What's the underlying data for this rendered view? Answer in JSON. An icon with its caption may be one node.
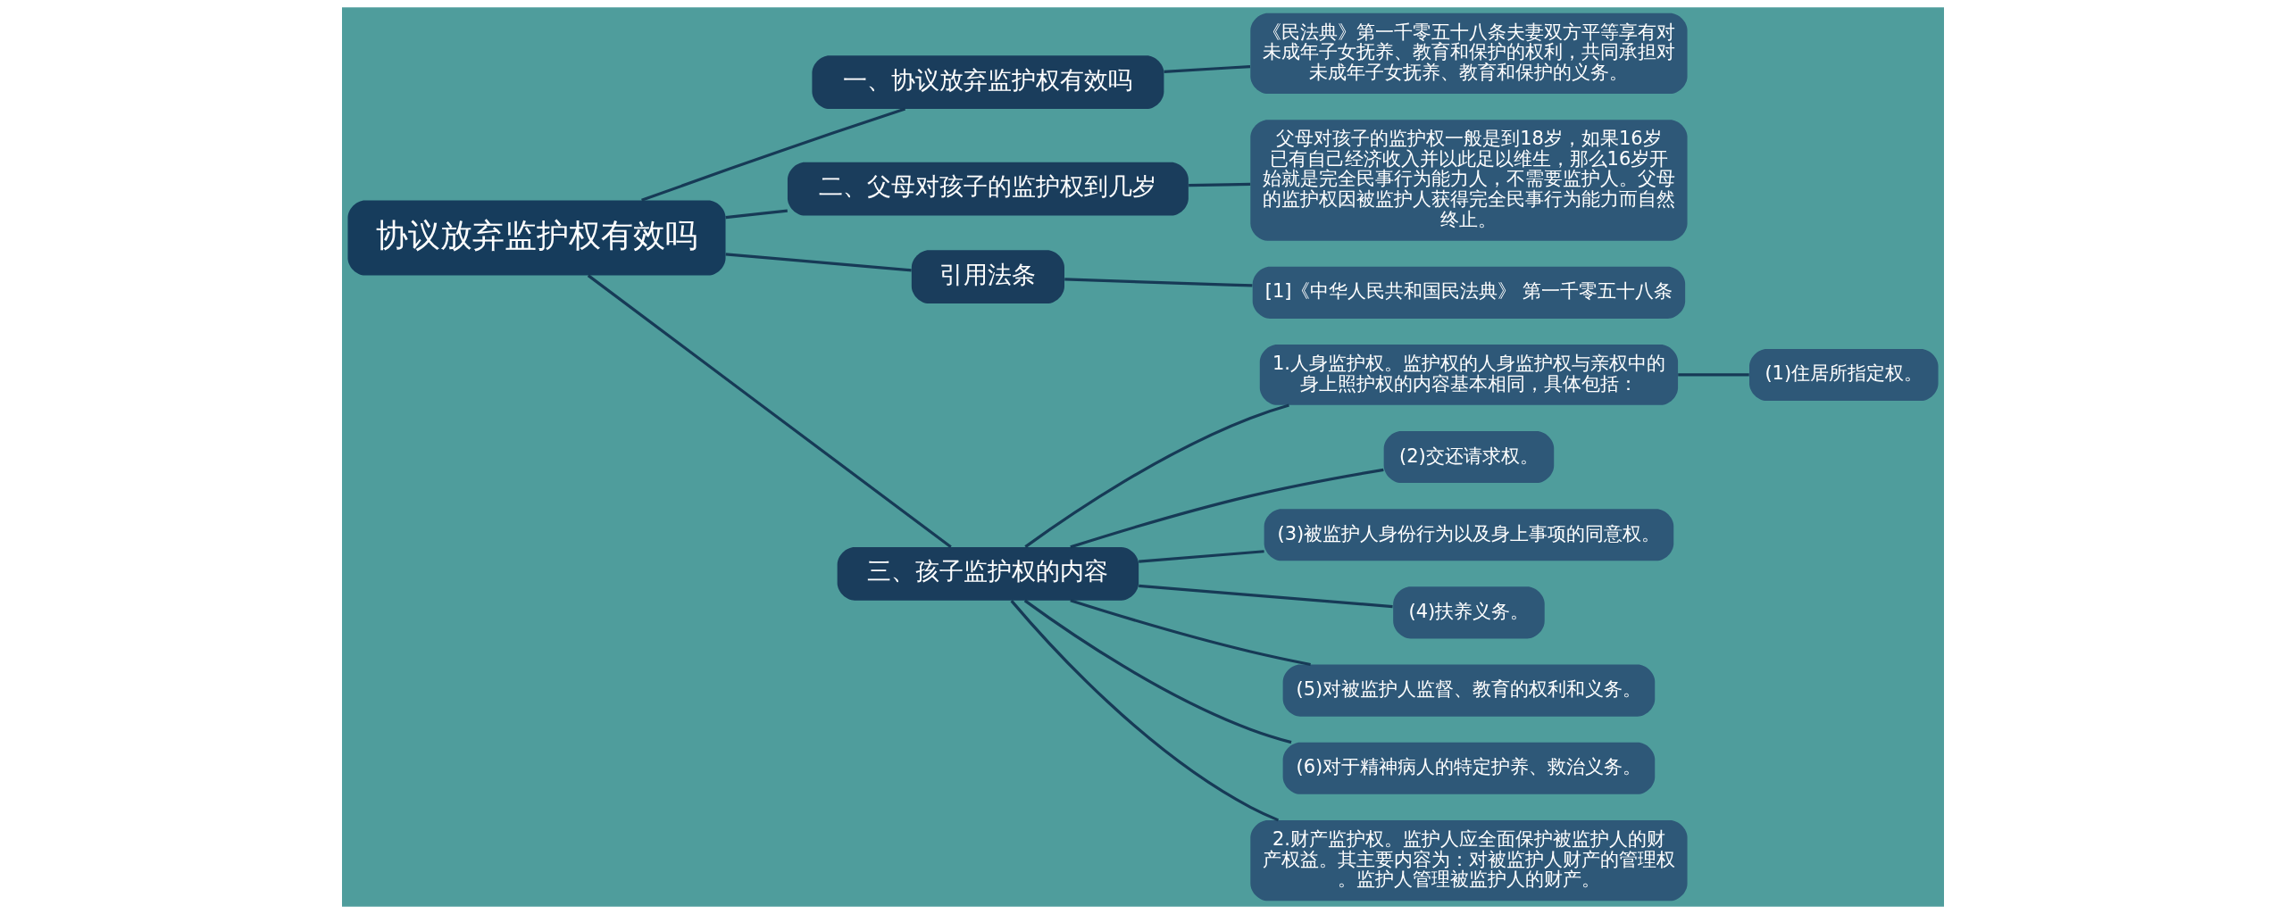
{
  "diagram": {
    "nodes": [
      {
        "text": [
          "协议放弃监护权有效吗"
        ]
      },
      {
        "text": [
          "一、协议放弃监护权有效吗"
        ]
      },
      {
        "text": [
          "《民法典》第一千零五十八条夫妻双方平等享有对未成年子女抚养、教育和保护的权利，共同承担对未成年子女抚养、教育和保护的义务。"
        ]
      },
      {
        "text": [
          "二、父母对孩子的监护权到几岁"
        ]
      },
      {
        "text": [
          "父母对孩子的监护权一般是到18岁，如果16岁已有自己经济收入并以此足以维生，那么16岁开始就是完全民事行为能力人，不需要监护人。父母的监护权因被监护人获得完全民事行为能力而自然终止。"
        ]
      },
      {
        "text": [
          "引用法条"
        ]
      },
      {
        "text": [
          "[1]《中华人民共和国民法典》 第一千零五十八条"
        ]
      },
      {
        "text": [
          "三、孩子监护权的内容"
        ]
      },
      {
        "text": [
          "1.人身监护权。监护权的人身监护权与亲权中的身上照护权的内容基本相同，具体包括："
        ]
      },
      {
        "text": [
          "(1)住居所指定权。"
        ]
      },
      {
        "text": [
          "(2)交还请求权。"
        ]
      },
      {
        "text": [
          "(3)被监护人身份行为以及身上事项的同意权。"
        ]
      },
      {
        "text": [
          "(4)扶养义务。"
        ]
      },
      {
        "text": [
          "(5)对被监护人监督、教育的权利和义务。"
        ]
      },
      {
        "text": [
          "(6)对于精神病人的特定护养、救治义务。"
        ]
      },
      {
        "text": [
          "2.财产监护权。监护人应全面保护被监护人的财产权益。其主要内容为：对被监护人财产的管理权。监护人管理被监护人的财产。"
        ]
      }
    ],
    "edges": [
      {
        "from": 0,
        "to": 1,
        "arrow": "none"
      },
      {
        "from": 1,
        "to": 2,
        "arrow": "none"
      },
      {
        "from": 0,
        "to": 3,
        "arrow": "none"
      },
      {
        "from": 3,
        "to": 4,
        "arrow": "none"
      },
      {
        "from": 0,
        "to": 5,
        "arrow": "none"
      },
      {
        "from": 5,
        "to": 6,
        "arrow": "none"
      },
      {
        "from": 0,
        "to": 7,
        "arrow": "none"
      },
      {
        "from": 7,
        "to": 8,
        "arrow": "none"
      },
      {
        "from": 8,
        "to": 9,
        "arrow": "none"
      },
      {
        "from": 7,
        "to": 10,
        "arrow": "none"
      },
      {
        "from": 7,
        "to": 11,
        "arrow": "none"
      },
      {
        "from": 7,
        "to": 12,
        "arrow": "none"
      },
      {
        "from": 7,
        "to": 13,
        "arrow": "none"
      },
      {
        "from": 7,
        "to": 14,
        "arrow": "none"
      },
      {
        "from": 7,
        "to": 15,
        "arrow": "none"
      }
    ]
  }
}
